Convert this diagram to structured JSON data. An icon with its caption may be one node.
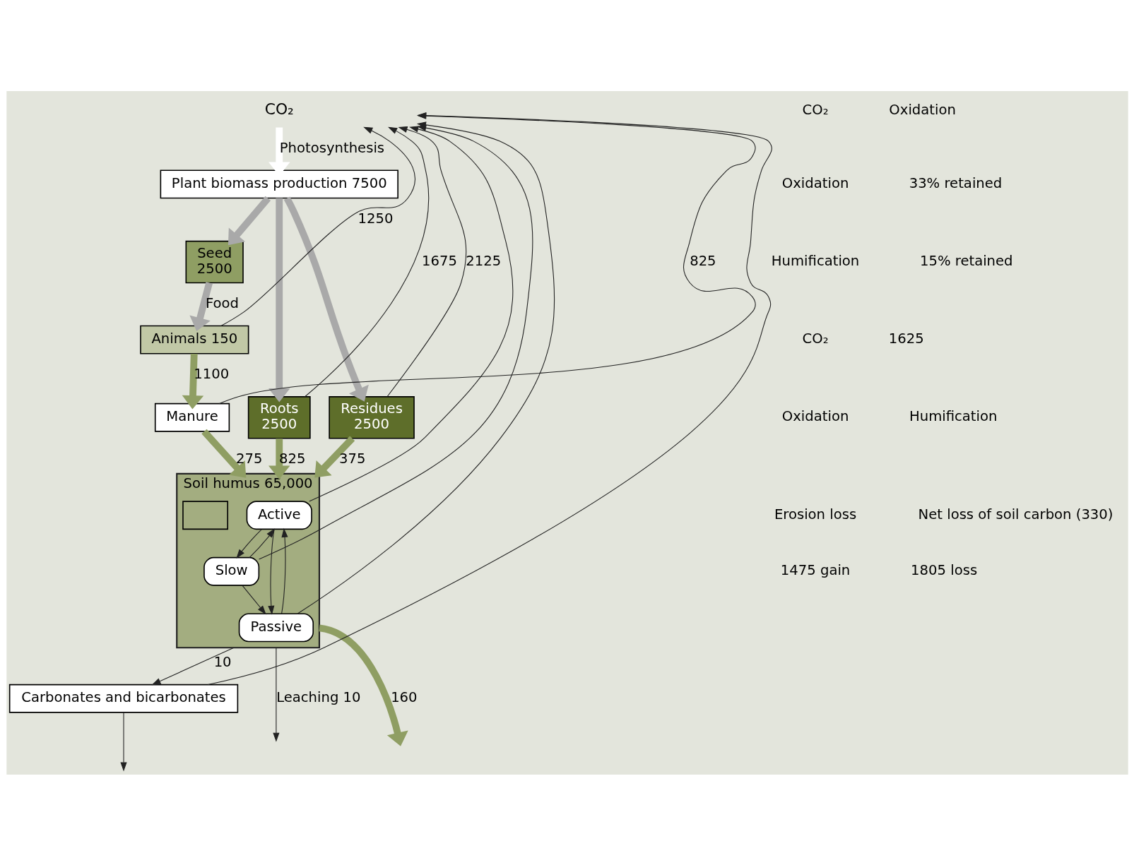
{
  "diagram": {
    "nodes": [
      {
        "text": [
          "CO₂"
        ]
      },
      {
        "text": [
          "Plant biomass production 7500"
        ]
      },
      {
        "text": [
          "Seed",
          "2500"
        ]
      },
      {
        "text": [
          "Animals 150"
        ]
      },
      {
        "text": [
          "Roots",
          "2500"
        ]
      },
      {
        "text": [
          "Residues",
          "2500"
        ]
      },
      {
        "text": [
          "Soil humus 65,000"
        ]
      },
      {
        "text": [
          "Active"
        ],
        "in": 6
      },
      {
        "text": [
          "Slow"
        ],
        "in": 6
      },
      {
        "text": [
          "Passive"
        ],
        "in": 6
      },
      {
        "text": [
          "Manure"
        ]
      },
      {
        "text": [
          "Carbonates and bicarbonates"
        ]
      },
      {
        "text": [],
        "shape": "box",
        "in": 6
      }
    ],
    "edges": [
      {
        "from": 0,
        "to": 1,
        "label": "Photosynthesis",
        "arrow": "to",
        "style": "thick",
        "color": "#ffffff"
      },
      {
        "from": 1,
        "to": 2,
        "arrow": "to",
        "style": "thick",
        "color": "#a9a9a9"
      },
      {
        "from": 2,
        "to": 3,
        "label": "Food",
        "arrow": "to",
        "style": "thick",
        "color": "#a9a9a9"
      },
      {
        "from": 1,
        "to": 4,
        "arrow": "to",
        "style": "thick",
        "color": "#a9a9a9"
      },
      {
        "from": 1,
        "to": 5,
        "arrow": "to",
        "style": "thick",
        "color": "#a9a9a9"
      },
      {
        "from": 4,
        "to": 0,
        "label": "1675",
        "arrow": "to"
      },
      {
        "from": 5,
        "to": 0,
        "label": "2125",
        "arrow": "to"
      },
      {
        "from": 3,
        "to": 0,
        "label": "1250",
        "arrow": "to"
      },
      {
        "from": 10,
        "to": 0,
        "label": "825",
        "arrow": "to"
      },
      {
        "from": 4,
        "to": 6,
        "label": "825",
        "arrow": "to",
        "style": "thick",
        "color": "#8f9e63"
      },
      {
        "from": 5,
        "to": 6,
        "label": "375",
        "arrow": "to",
        "style": "thick",
        "color": "#8f9e63"
      },
      {
        "from": 3,
        "to": 10,
        "label": "1100",
        "arrow": "to",
        "style": "thick",
        "color": "#8f9e63"
      },
      {
        "from": 10,
        "to": 6,
        "label": "275",
        "arrow": "to",
        "style": "thick",
        "color": "#8f9e63"
      },
      {
        "from": 6,
        "to": null,
        "label": "160",
        "arrow": "to",
        "style": "thick",
        "color": "#8f9e63"
      },
      {
        "from": 7,
        "to": 0,
        "arrow": "to"
      },
      {
        "from": 8,
        "to": 0,
        "arrow": "to"
      },
      {
        "from": 9,
        "to": 0,
        "arrow": "to"
      },
      {
        "from": 8,
        "to": 7,
        "arrow": "to"
      },
      {
        "from": 7,
        "to": 8,
        "arrow": "to"
      },
      {
        "from": 8,
        "to": 9,
        "arrow": "to"
      },
      {
        "from": 9,
        "to": 7,
        "arrow": "to"
      },
      {
        "from": 7,
        "to": 9,
        "arrow": "to"
      },
      {
        "from": 6,
        "to": 11,
        "label": "10",
        "arrow": "to"
      },
      {
        "from": 6,
        "to": null,
        "label": "Leaching 10",
        "arrow": "to"
      },
      {
        "from": 11,
        "to": null,
        "arrow": "to"
      },
      {
        "from": 11,
        "to": 0,
        "arrow": "to"
      }
    ],
    "labels": [
      "CO₂",
      "Oxidation",
      "Oxidation",
      "33% retained",
      "Humification",
      "15% retained",
      "CO₂",
      "1625",
      "Oxidation",
      "Humification",
      "Erosion loss",
      "Net loss of soil carbon (330)",
      "1475 gain",
      "1805 loss"
    ]
  }
}
